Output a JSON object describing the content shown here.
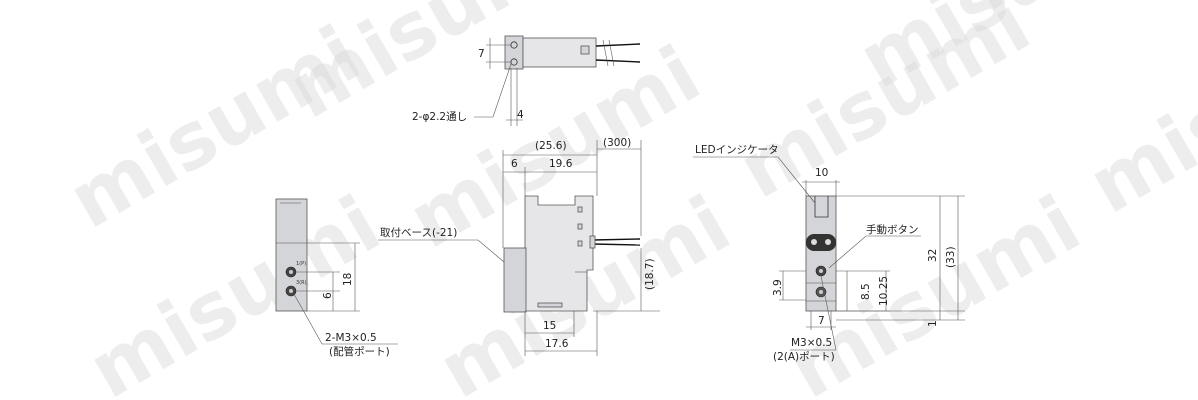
{
  "watermark": "misumi",
  "top_view": {
    "dim_height": "7",
    "dim_width": "4",
    "hole_callout": "2-φ2.2通し"
  },
  "front_view": {
    "dim_overall_top": "(25.6)",
    "dim_lead": "(300)",
    "dim_left_offset": "6",
    "dim_body": "19.6",
    "dim_base_height": "(18.7)",
    "dim_bottom_inner": "15",
    "dim_bottom_outer": "17.6",
    "base_callout": "取付ベース(-21)"
  },
  "left_view": {
    "port_1": "1(P)",
    "port_3": "3(R)",
    "dim_pitch": "6",
    "dim_height": "18",
    "port_callout": "2-M3×0.5",
    "port_callout_sub": "(配管ポート)"
  },
  "right_view": {
    "led_label": "LEDインジケータ",
    "manual_label": "手動ボタン",
    "dim_top_width": "10",
    "dim_32": "32",
    "dim_33": "(33)",
    "dim_3_9": "3.9",
    "dim_8_5": "8.5",
    "dim_10_25": "10.25",
    "dim_1": "1",
    "dim_7": "7",
    "port_callout": "M3×0.5",
    "port_callout_sub": "(2(A)ポート)"
  }
}
